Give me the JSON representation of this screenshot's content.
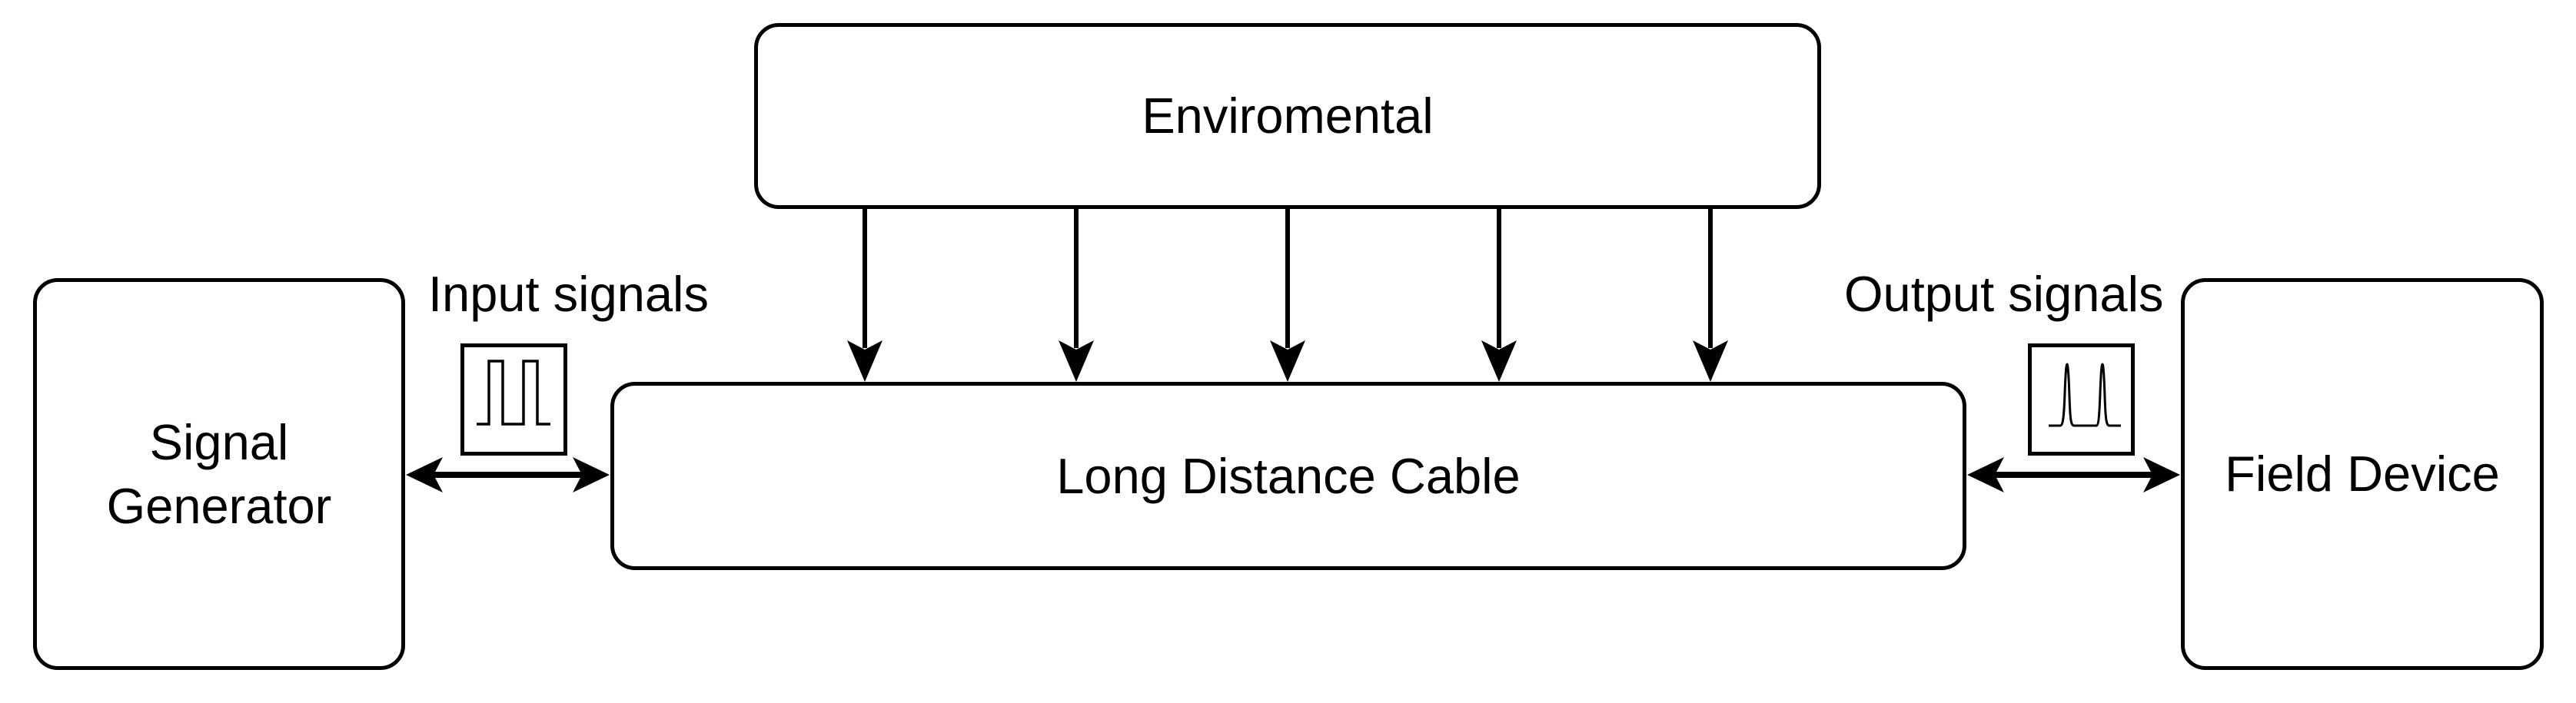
{
  "canvas": {
    "background": "#ffffff",
    "ink": "#000000"
  },
  "boxes": {
    "environmental": {
      "label": "Enviromental"
    },
    "cable": {
      "label": "Long Distance Cable"
    },
    "signal_generator": {
      "label": "Signal\nGenerator"
    },
    "field_device": {
      "label": "Field Device"
    }
  },
  "labels": {
    "input_signals": "Input signals",
    "output_signals": "Output signals"
  },
  "icons": {
    "input_waveform": "square-pulse-waveform-icon",
    "output_waveform": "distorted-pulse-waveform-icon"
  },
  "connections": {
    "environmental_to_cable": {
      "type": "arrow-down",
      "count": 5
    },
    "generator_to_cable": {
      "type": "double-headed-arrow"
    },
    "cable_to_field_device": {
      "type": "double-headed-arrow"
    }
  }
}
